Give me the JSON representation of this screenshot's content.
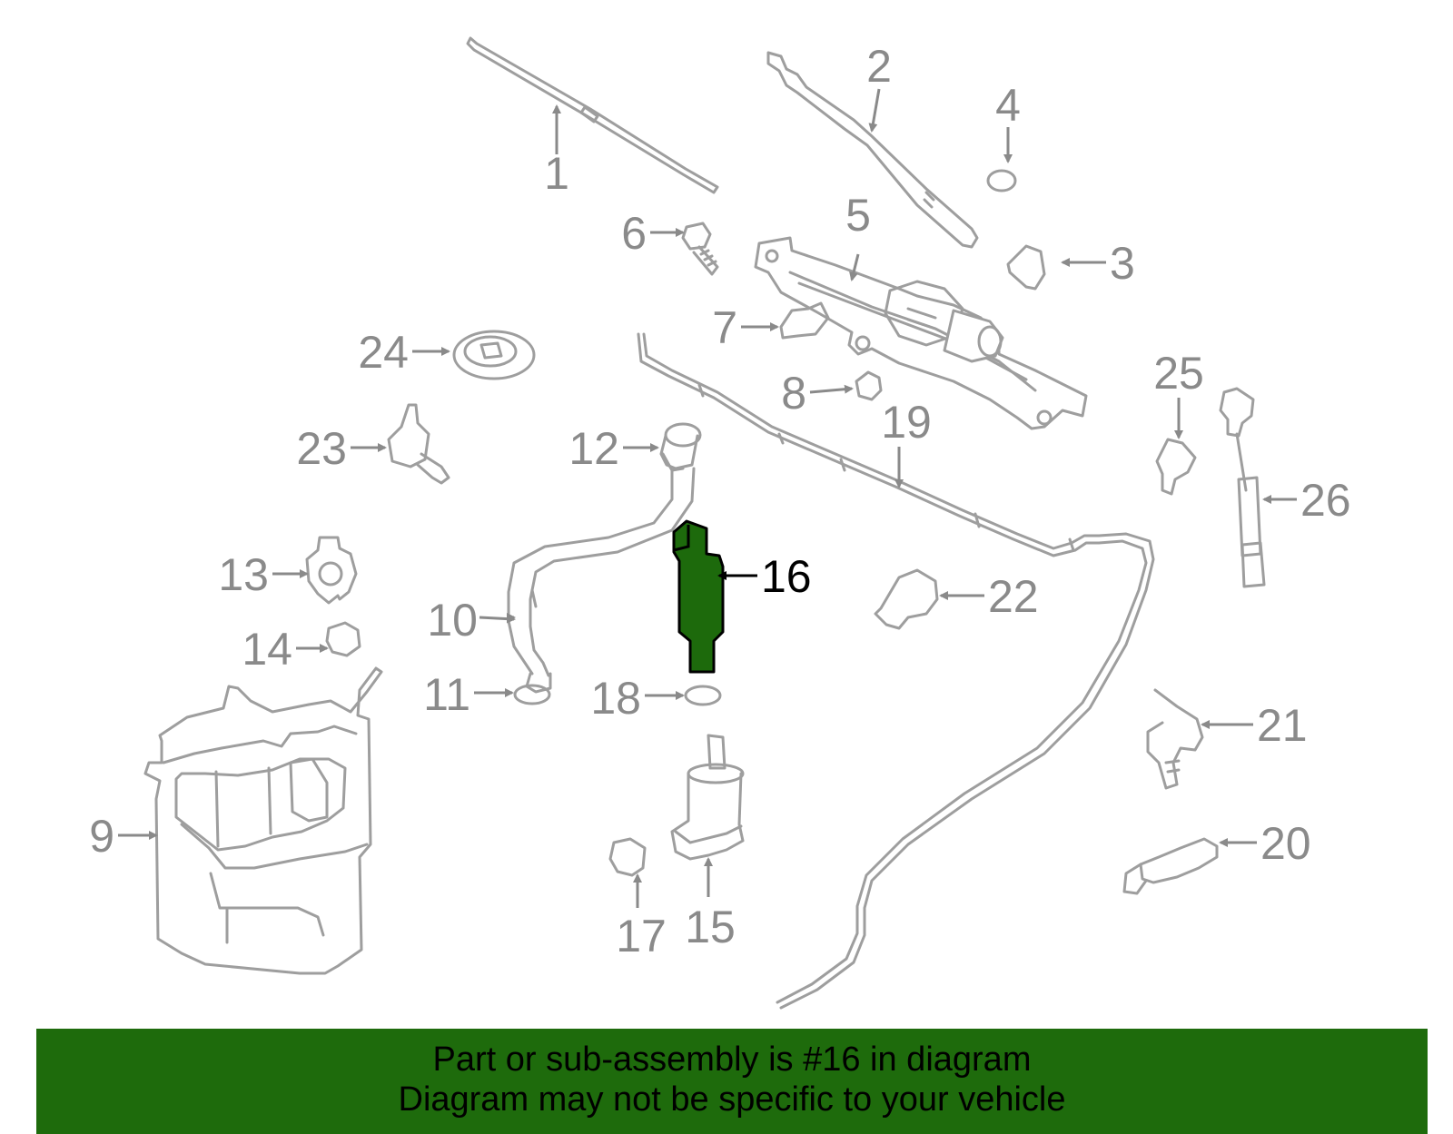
{
  "diagram": {
    "highlighted_part": "16",
    "highlight_color": "#1e6b0c",
    "callouts": [
      "1",
      "2",
      "3",
      "4",
      "5",
      "6",
      "7",
      "8",
      "9",
      "10",
      "11",
      "12",
      "13",
      "14",
      "15",
      "16",
      "17",
      "18",
      "19",
      "20",
      "21",
      "22",
      "23",
      "24",
      "25",
      "26"
    ]
  },
  "banner": {
    "line1": "Part or sub-assembly is #16 in diagram",
    "line2": "Diagram may not be specific to your vehicle"
  }
}
